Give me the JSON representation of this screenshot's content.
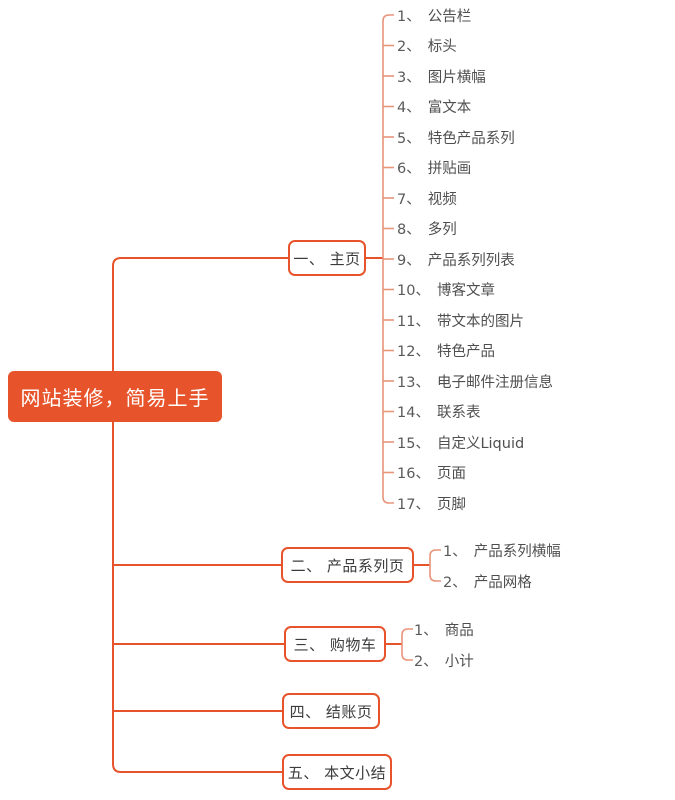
{
  "diagram": {
    "type": "mind-map",
    "title": "网站装修，简易上手",
    "colors": {
      "accent": "#E7542B",
      "bracket": "#E8957A",
      "node_text": "#3c3c3c",
      "leaf_text": "#4f4f4f",
      "root_text": "#ffffff",
      "background": "#ffffff"
    },
    "root": {
      "label": "网站装修，简易上手"
    },
    "branches": [
      {
        "label": "一、 主页",
        "items": [
          {
            "num": "1、",
            "text": "公告栏"
          },
          {
            "num": "2、",
            "text": "标头"
          },
          {
            "num": "3、",
            "text": "图片横幅"
          },
          {
            "num": "4、",
            "text": "富文本"
          },
          {
            "num": "5、",
            "text": "特色产品系列"
          },
          {
            "num": "6、",
            "text": "拼贴画"
          },
          {
            "num": "7、",
            "text": "视频"
          },
          {
            "num": "8、",
            "text": "多列"
          },
          {
            "num": "9、",
            "text": "产品系列列表"
          },
          {
            "num": "10、",
            "text": "博客文章"
          },
          {
            "num": "11、",
            "text": "带文本的图片"
          },
          {
            "num": "12、",
            "text": "特色产品"
          },
          {
            "num": "13、",
            "text": "电子邮件注册信息"
          },
          {
            "num": "14、",
            "text": "联系表"
          },
          {
            "num": "15、",
            "text": "自定义Liquid"
          },
          {
            "num": "16、",
            "text": "页面"
          },
          {
            "num": "17、",
            "text": "页脚"
          }
        ]
      },
      {
        "label": "二、 产品系列页",
        "items": [
          {
            "num": "1、",
            "text": "产品系列横幅"
          },
          {
            "num": "2、",
            "text": "产品网格"
          }
        ]
      },
      {
        "label": "三、 购物车",
        "items": [
          {
            "num": "1、",
            "text": "商品"
          },
          {
            "num": "2、",
            "text": "小计"
          }
        ]
      },
      {
        "label": "四、 结账页",
        "items": []
      },
      {
        "label": "五、 本文小结",
        "items": []
      }
    ]
  }
}
